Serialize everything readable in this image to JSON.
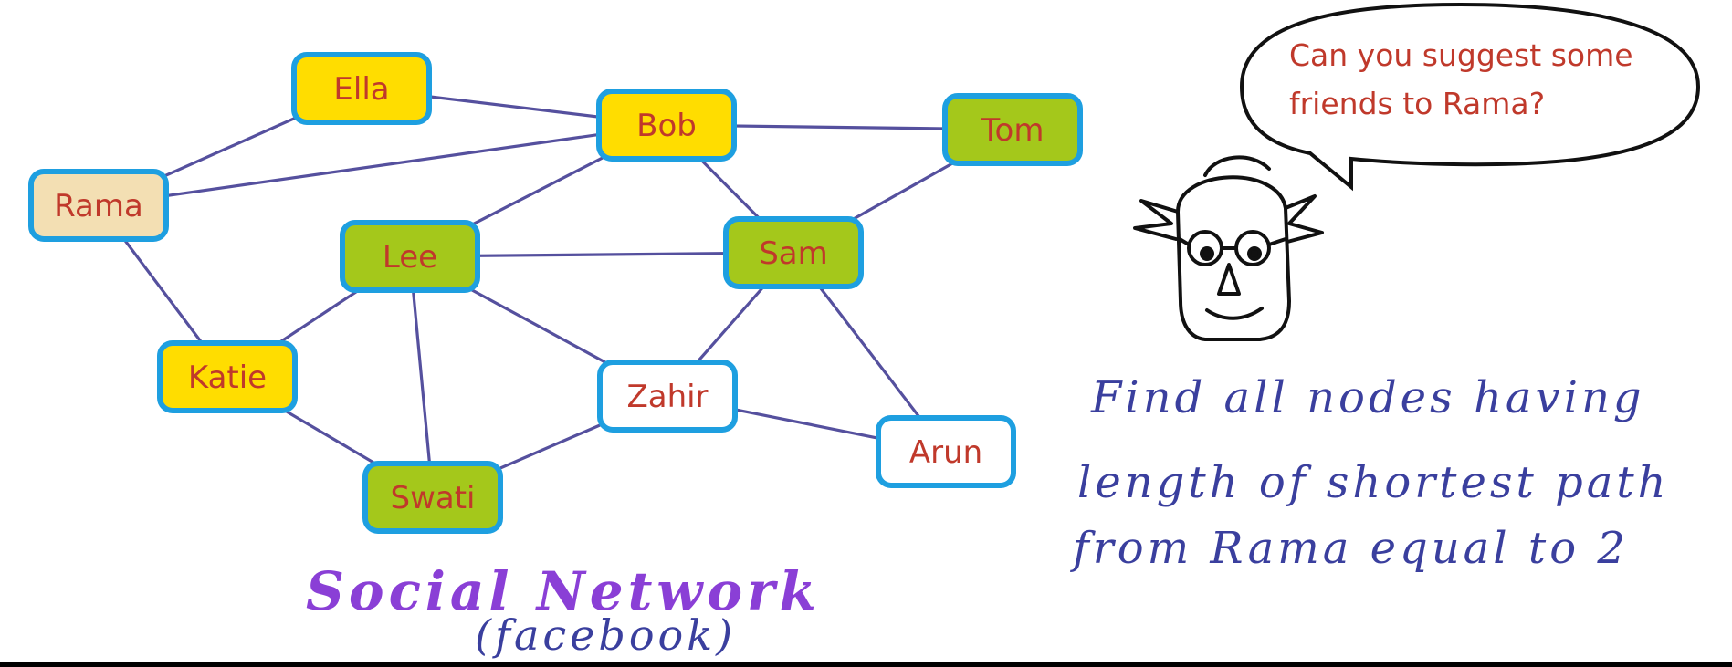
{
  "colors": {
    "node_border": "#1e9fe0",
    "edge": "#55509e",
    "label_text": "#c0392b",
    "fill_yellow": "#ffdd00",
    "fill_green": "#a4c81b",
    "fill_tan": "#f3dfb3",
    "fill_white": "#ffffff",
    "handwriting_blue": "#3a3f9e",
    "title_purple": "#8a3fd6"
  },
  "graph": {
    "nodes": [
      {
        "id": "ella",
        "label": "Ella",
        "fill": "yellow"
      },
      {
        "id": "bob",
        "label": "Bob",
        "fill": "yellow"
      },
      {
        "id": "tom",
        "label": "Tom",
        "fill": "green"
      },
      {
        "id": "rama",
        "label": "Rama",
        "fill": "tan"
      },
      {
        "id": "lee",
        "label": "Lee",
        "fill": "green"
      },
      {
        "id": "sam",
        "label": "Sam",
        "fill": "green"
      },
      {
        "id": "katie",
        "label": "Katie",
        "fill": "yellow"
      },
      {
        "id": "zahir",
        "label": "Zahir",
        "fill": "white"
      },
      {
        "id": "arun",
        "label": "Arun",
        "fill": "white"
      },
      {
        "id": "swati",
        "label": "Swati",
        "fill": "green"
      }
    ],
    "edges": [
      [
        "rama",
        "ella"
      ],
      [
        "rama",
        "bob"
      ],
      [
        "rama",
        "katie"
      ],
      [
        "ella",
        "bob"
      ],
      [
        "bob",
        "tom"
      ],
      [
        "bob",
        "lee"
      ],
      [
        "bob",
        "sam"
      ],
      [
        "tom",
        "sam"
      ],
      [
        "lee",
        "sam"
      ],
      [
        "lee",
        "katie"
      ],
      [
        "lee",
        "swati"
      ],
      [
        "lee",
        "zahir"
      ],
      [
        "sam",
        "zahir"
      ],
      [
        "sam",
        "arun"
      ],
      [
        "katie",
        "swati"
      ],
      [
        "swati",
        "zahir"
      ],
      [
        "zahir",
        "arun"
      ]
    ]
  },
  "speech_bubble": {
    "line1": "Can you suggest some",
    "line2": "friends to Rama?"
  },
  "task": {
    "line1": "Find all nodes having",
    "line2": "length of shortest path",
    "line3": "from Rama equal to 2"
  },
  "caption": {
    "title": "Social Network",
    "subtitle": "(facebook)"
  }
}
